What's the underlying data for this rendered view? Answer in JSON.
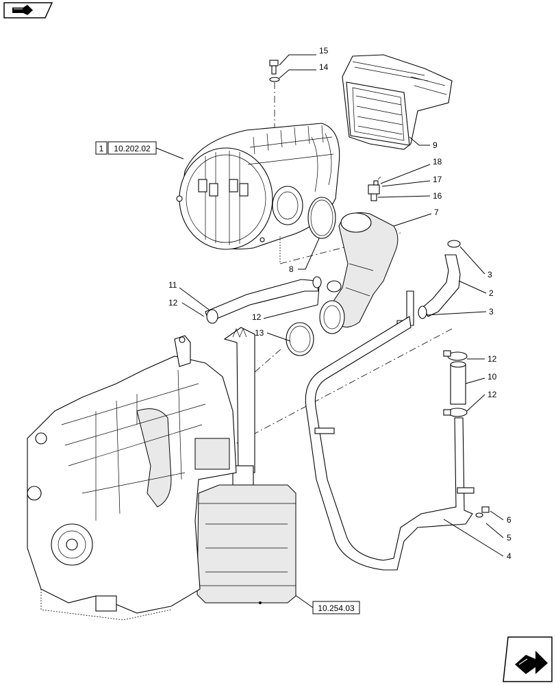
{
  "navigation": {
    "prev_icon": "back-arrow-icon",
    "next_icon": "forward-arrow-icon"
  },
  "reference_boxes": {
    "air_cleaner": {
      "index": "1",
      "code": "10.202.02"
    },
    "muffler": {
      "code": "10.254.03"
    }
  },
  "callouts": {
    "c1": "15",
    "c2": "14",
    "c3": "9",
    "c4": "18",
    "c5": "17",
    "c6": "16",
    "c7": "7",
    "c8": "8",
    "c9": "3",
    "c10": "2",
    "c11": "3",
    "c12": "11",
    "c13": "12",
    "c14": "12",
    "c15": "13",
    "c16": "12",
    "c17": "10",
    "c18": "12",
    "c19": "6",
    "c20": "5",
    "c21": "4"
  }
}
